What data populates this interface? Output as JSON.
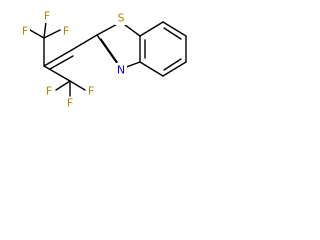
{
  "molecule": {
    "atoms": {
      "f_top_1": "F",
      "f_top_2": "F",
      "f_top_3": "F",
      "f_bot_1": "F",
      "f_bot_2": "F",
      "f_bot_3": "F",
      "sulfur": "S",
      "nitrogen": "N"
    },
    "colors": {
      "bond": "#000000",
      "fluorine": "#aa8800",
      "sulfur": "#aa8800",
      "nitrogen": "#0000ff"
    }
  }
}
